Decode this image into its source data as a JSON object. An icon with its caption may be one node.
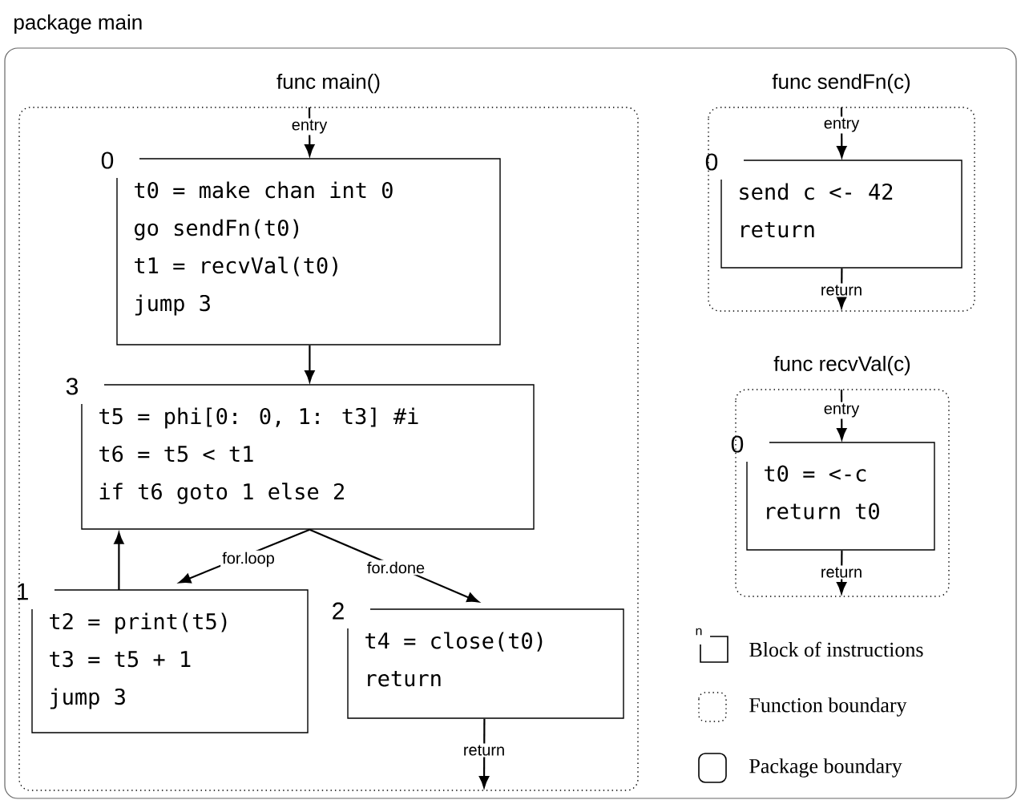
{
  "diagram": {
    "nodes": [
      {
        "text": [
          "package main"
        ]
      },
      {
        "text": [
          "func main()"
        ],
        "in": 0
      },
      {
        "text": [
          "0",
          "t0 = make chan int 0",
          "go sendFn(t0)",
          "t1 = recvVal(t0)",
          "jump 3"
        ],
        "in": 1
      },
      {
        "text": [
          "3",
          "t5 = phi[0: 0, 1: t3] #i",
          "t6 = t5 < t1",
          "if t6 goto 1 else 2"
        ],
        "in": 1
      },
      {
        "text": [
          "1",
          "t2 = print(t5)",
          "t3 = t5 + 1",
          "jump 3"
        ],
        "in": 1
      },
      {
        "text": [
          "2",
          "t4 = close(t0)",
          "return"
        ],
        "in": 1
      },
      {
        "text": [
          "func sendFn(c)"
        ],
        "in": 0
      },
      {
        "text": [
          "0",
          "send c <- 42",
          "return"
        ],
        "in": 6
      },
      {
        "text": [
          "func recvVal(c)"
        ],
        "in": 0
      },
      {
        "text": [
          "0",
          "t0 = <-c",
          "return t0"
        ],
        "in": 8
      }
    ],
    "edges": [
      {
        "from": null,
        "to": 2,
        "arrow": "to",
        "label": "entry"
      },
      {
        "from": 2,
        "to": 3,
        "arrow": "to"
      },
      {
        "from": 3,
        "to": 4,
        "arrow": "to",
        "label": "for.loop"
      },
      {
        "from": 4,
        "to": 3,
        "arrow": "to"
      },
      {
        "from": 3,
        "to": 5,
        "arrow": "to",
        "label": "for.done"
      },
      {
        "from": 5,
        "to": null,
        "arrow": "to",
        "label": "return"
      },
      {
        "from": null,
        "to": 7,
        "arrow": "to",
        "label": "entry"
      },
      {
        "from": 7,
        "to": null,
        "arrow": "to",
        "label": "return"
      },
      {
        "from": null,
        "to": 9,
        "arrow": "to",
        "label": "entry"
      },
      {
        "from": 9,
        "to": null,
        "arrow": "to",
        "label": "return"
      }
    ],
    "labels": [
      "n"
    ],
    "legend": [
      {
        "text": "Block of instructions"
      },
      {
        "text": "Function boundary"
      },
      {
        "text": "Package boundary"
      }
    ]
  }
}
